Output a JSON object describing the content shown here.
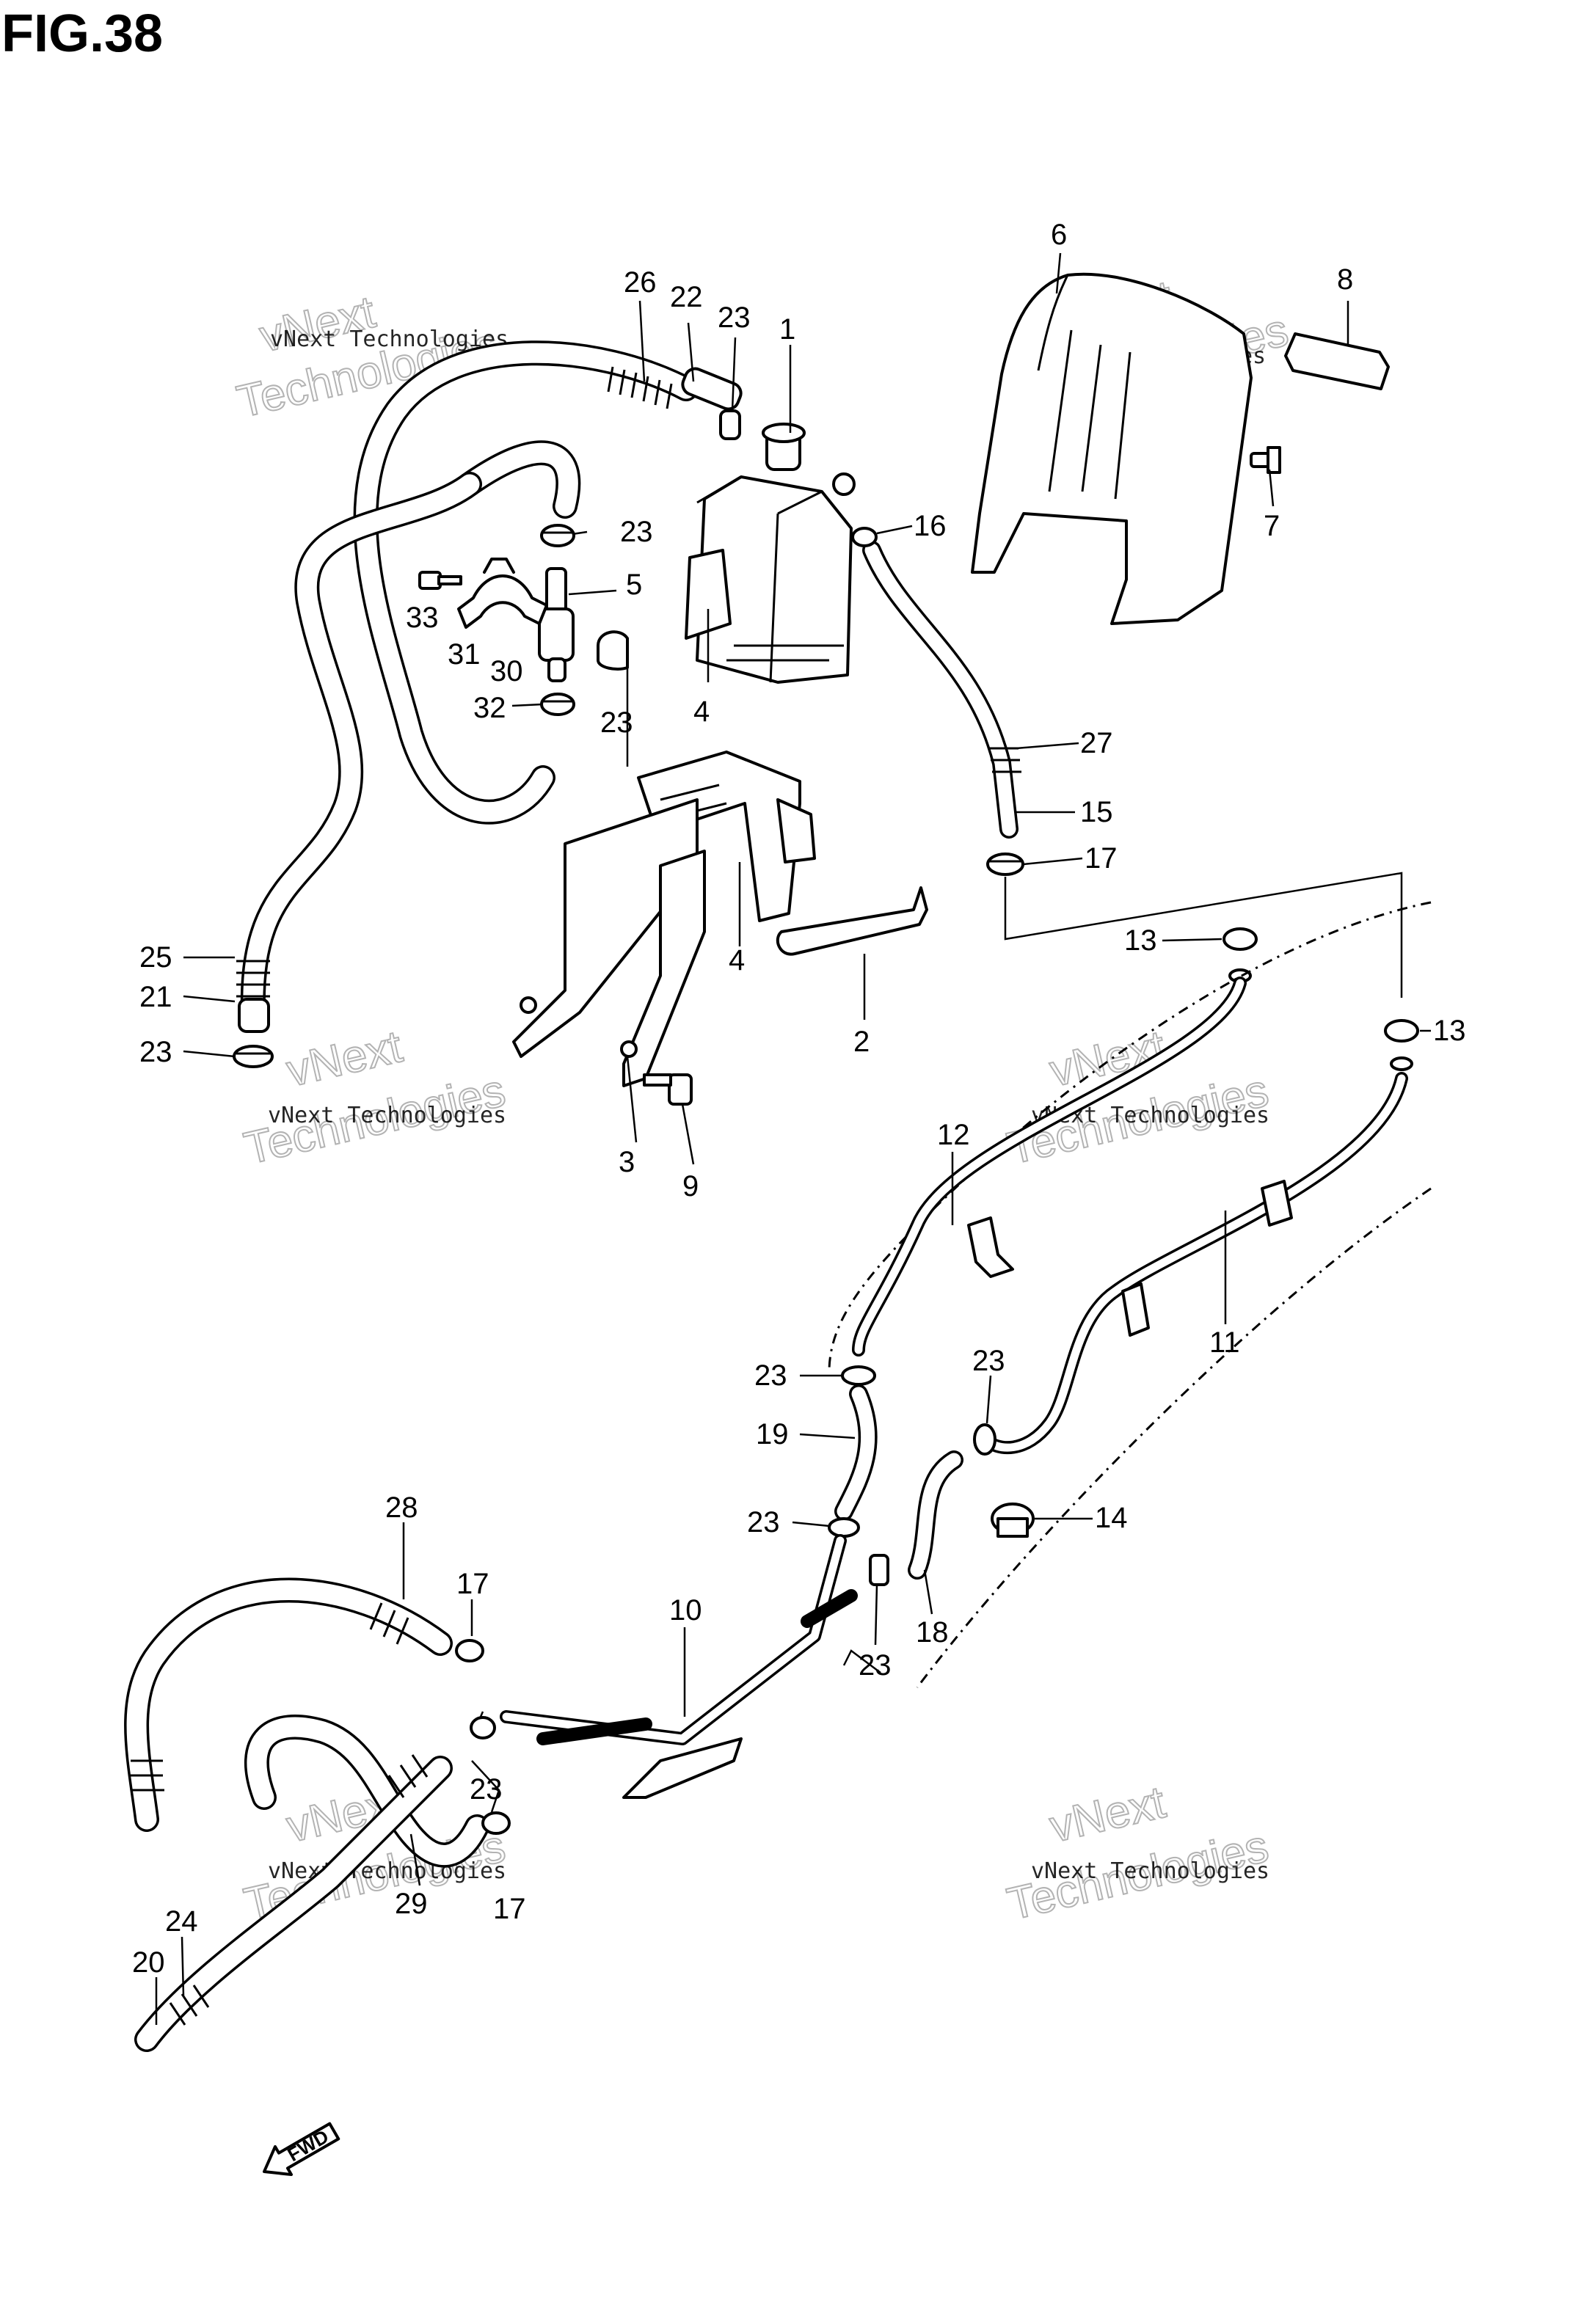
{
  "figure": {
    "title": "FIG.38"
  },
  "watermark": {
    "line1": "vNext Technologies",
    "line2": "vNext",
    "line3": "Technologies"
  },
  "fwd_arrow": {
    "label": "FWD"
  },
  "callouts": {
    "c1": "1",
    "c2": "2",
    "c3": "3",
    "c4a": "4",
    "c4b": "4",
    "c5": "5",
    "c6": "6",
    "c7": "7",
    "c8": "8",
    "c9": "9",
    "c10": "10",
    "c11": "11",
    "c12": "12",
    "c13a": "13",
    "c13b": "13",
    "c14": "14",
    "c15": "15",
    "c16": "16",
    "c17a": "17",
    "c17b": "17",
    "c17c": "17",
    "c18": "18",
    "c19": "19",
    "c20": "20",
    "c21": "21",
    "c22": "22",
    "c23a": "23",
    "c23b": "23",
    "c23c": "23",
    "c23d": "23",
    "c23e": "23",
    "c23f": "23",
    "c23g": "23",
    "c23h": "23",
    "c23i": "23",
    "c24": "24",
    "c25": "25",
    "c26": "26",
    "c27": "27",
    "c28": "28",
    "c29": "29",
    "c30": "30",
    "c31": "31",
    "c32": "32",
    "c33": "33"
  }
}
